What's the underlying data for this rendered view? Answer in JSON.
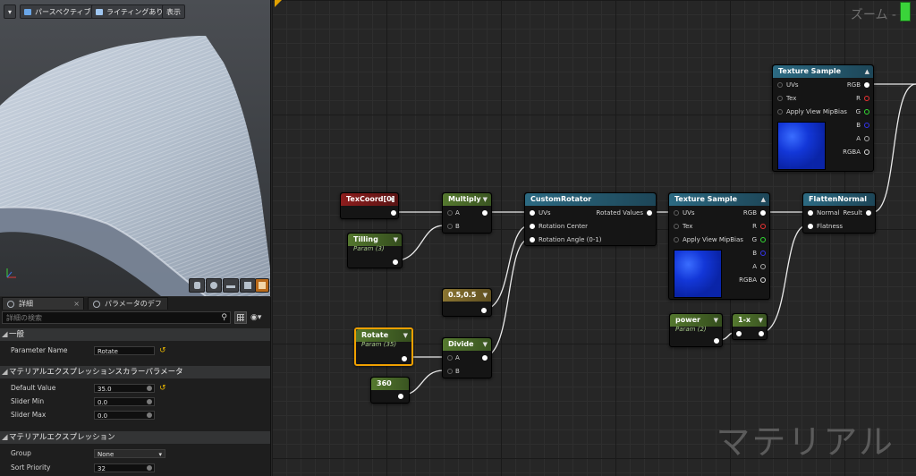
{
  "viewport": {
    "menu_icon": "chevron-down-icon",
    "perspective_label": "パースペクティブ",
    "lighting_label": "ライティングあり",
    "show_label": "表示"
  },
  "details": {
    "tabs": [
      {
        "label": "詳細"
      },
      {
        "label": "パラメータのデフォル"
      }
    ],
    "search_placeholder": "詳細の検索",
    "categories": {
      "general": "一般",
      "color_param": "マテリアルエクスプレッションスカラーパラメータ",
      "expression": "マテリアルエクスプレッション"
    },
    "rows": {
      "parameter_name": {
        "label": "Parameter Name",
        "value": "Rotate"
      },
      "default_value": {
        "label": "Default Value",
        "value": "35.0"
      },
      "slider_min": {
        "label": "Slider Min",
        "value": "0.0"
      },
      "slider_max": {
        "label": "Slider Max",
        "value": "0.0"
      },
      "group": {
        "label": "Group",
        "value": "None"
      },
      "sort_priority": {
        "label": "Sort Priority",
        "value": "32"
      }
    }
  },
  "graph": {
    "zoom_label": "ズーム -",
    "watermark": "マテリアル",
    "nodes": {
      "texcoord": {
        "title": "TexCoord[0]"
      },
      "tilling": {
        "title": "Tilling",
        "sub": "Param (3)"
      },
      "multiply": {
        "title": "Multiply",
        "pin_a": "A",
        "pin_b": "B"
      },
      "const2": {
        "title": "0.5,0.5"
      },
      "rotate": {
        "title": "Rotate",
        "sub": "Param (35)"
      },
      "divide": {
        "title": "Divide",
        "pin_a": "A",
        "pin_b": "B"
      },
      "c360": {
        "title": "360"
      },
      "custom_rotator": {
        "title": "CustomRotator",
        "pin_uvs": "UVs",
        "pin_center": "Rotation Center",
        "pin_angle": "Rotation Angle (0-1)",
        "out": "Rotated Values"
      },
      "tex_sample_1": {
        "title": "Texture Sample",
        "uvs": "UVs",
        "tex": "Tex",
        "mip": "Apply View MipBias",
        "rgb": "RGB",
        "r": "R",
        "g": "G",
        "b": "B",
        "a": "A",
        "rgba": "RGBA"
      },
      "tex_sample_2": {
        "title": "Texture Sample",
        "uvs": "UVs",
        "tex": "Tex",
        "mip": "Apply View MipBias",
        "rgb": "RGB",
        "r": "R",
        "g": "G",
        "b": "B",
        "a": "A",
        "rgba": "RGBA"
      },
      "power": {
        "title": "power",
        "sub": "Param (2)"
      },
      "one_minus": {
        "title": "1-x"
      },
      "flatten": {
        "title": "FlattenNormal",
        "normal": "Normal",
        "flatness": "Flatness",
        "result": "Result"
      }
    }
  }
}
